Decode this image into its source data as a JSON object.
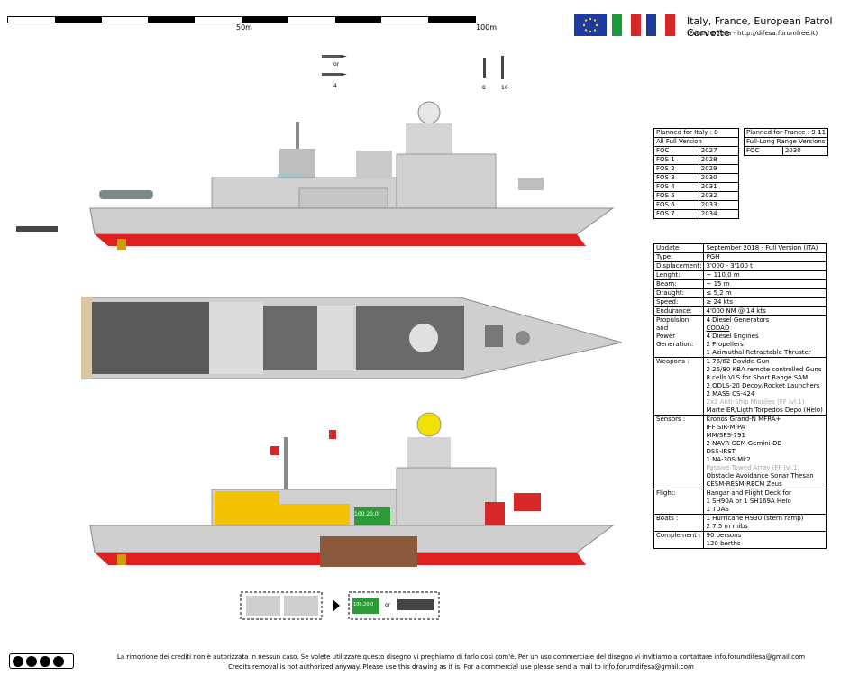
{
  "scale": {
    "mid_label": "50m",
    "end_label": "100m"
  },
  "header": {
    "title": "Italy, France, European Patrol Corvette",
    "subtitle": "(Forum Difesa - http://difesa.forumfree.it)"
  },
  "weapons_labels": {
    "or": "or",
    "n4": "4",
    "n8": "8",
    "n16": "16"
  },
  "italy_table": {
    "title": "Planned for Italy : 8",
    "version": "All Full Version",
    "rows": [
      [
        "FOC",
        "2027"
      ],
      [
        "FOS 1",
        "2028"
      ],
      [
        "FOS 2",
        "2029"
      ],
      [
        "FOS 3",
        "2030"
      ],
      [
        "FOS 4",
        "2031"
      ],
      [
        "FOS 5",
        "2032"
      ],
      [
        "FOS 6",
        "2033"
      ],
      [
        "FOS 7",
        "2034"
      ]
    ]
  },
  "france_table": {
    "title": "Planned for France : 9-11",
    "version": "Full-Long Range Versions",
    "rows": [
      [
        "FOC",
        "2030"
      ]
    ]
  },
  "spec": {
    "update_k": "Update",
    "update_v": "September 2018 - Full Version (ITA)",
    "type_k": "Type:",
    "type_v": "PGH",
    "disp_k": "Displacement:",
    "disp_v": "3'000 - 3'100 t",
    "length_k": "Lenght:",
    "length_v": "~ 110,0 m",
    "beam_k": "Beam:",
    "beam_v": "~ 15 m",
    "draught_k": "Draught:",
    "draught_v": "≤ 5,2 m",
    "speed_k": "Speed:",
    "speed_v": "≥ 24 kts",
    "endurance_k": "Endurance:",
    "endurance_v": "4'000 NM @ 14 kts",
    "prop_k1": "Propulsion",
    "prop_k2": "and",
    "prop_k3": "Power",
    "prop_k4": "Generation:",
    "prop_v": [
      "4 Diesel Generators",
      "CODAD",
      "4 Diesel Engines",
      "2 Propellers",
      "1 Azimuthal Retractable Thruster"
    ],
    "weapons_k": "Weapons :",
    "weapons_v": [
      "1 76/62 Davide Gun",
      "2 25/80 KBA remote controlled Guns",
      "8 cells VLS for Short Range SAM",
      "2 ODLS-20 Decoy/Rocket Launchers",
      "2 MASS CS-424"
    ],
    "weapons_grey": "2x2 Anti-Ship Missiles (FF lvl.1)",
    "weapons_last": "Marte ER/Ligth Torpedos Depo (Helo)",
    "sensors_k": "Sensors :",
    "sensors_v": [
      "Kronos Grand-N MFRA+",
      "IFF SIR-M-PA",
      "MM/SPS-791",
      "2 NAVR GEM Gemini-DB",
      "DSS-IRST",
      "1 NA-30S Mk2"
    ],
    "sensors_grey": "Passive Towed Array (FF lvl.1)",
    "sensors_last": [
      "Obstacle Avoidance Sonar Thesan",
      "CESM-RESM-RECM Zeus"
    ],
    "flight_k": "Flight:",
    "flight_v": [
      "Hangar and Flight Deck for",
      "1 SH90A or 1 SH169A Helo",
      "1 TUAS"
    ],
    "boats_k": "Boats :",
    "boats_v": [
      "1 Hurricane H930 (stern ramp)",
      "2 7,5 m rhibs"
    ],
    "comp_k": "Complement :",
    "comp_v": [
      "90 persons",
      "120 berths"
    ]
  },
  "drawing_labels": {
    "module": "100.20.0",
    "or": "or"
  },
  "footer": {
    "line1": "La rimozione dei crediti non è autorizzata in nessun caso. Se volete utilizzare questo disegno vi preghiamo di farlo così com'è. Per un uso commerciale del disegno vi invitiamo a contattare info.forumdifesa@gmail.com",
    "line2": "Credits removal is not authorized anyway. Please use this drawing as it is. For a commercial use please send a mail to info.forumdifesa@gmail.com"
  },
  "colors": {
    "hull_grey": "#cfcfcf",
    "waterline_red": "#e02020",
    "deck_dark": "#5a5a5a",
    "section_yellow": "#f2c200",
    "section_brown": "#8a5a3c",
    "section_green": "#2e9b3a"
  }
}
